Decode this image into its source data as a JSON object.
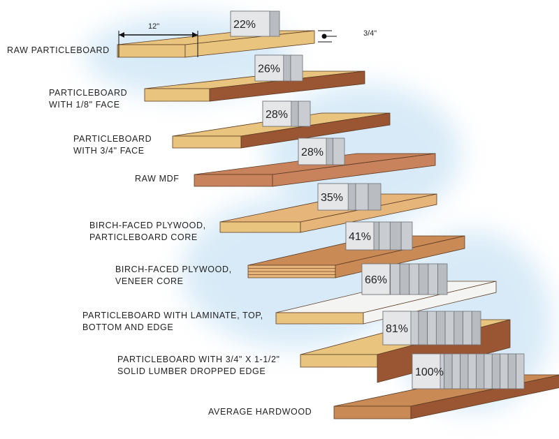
{
  "dimensions": {
    "width_label": "12\"",
    "thickness_label": "3/4\""
  },
  "shelves": [
    {
      "label_lines": [
        "Raw particleboard"
      ],
      "percent": "22%",
      "units": 3
    },
    {
      "label_lines": [
        "Particleboard",
        "with 1/8\" face"
      ],
      "percent": "26%",
      "units": 4
    },
    {
      "label_lines": [
        "Particleboard",
        "with 3/4\" face"
      ],
      "percent": "28%",
      "units": 4
    },
    {
      "label_lines": [
        "Raw MDF"
      ],
      "percent": "28%",
      "units": 4
    },
    {
      "label_lines": [
        "Birch-faced plywood,",
        "particleboard core"
      ],
      "percent": "35%",
      "units": 5
    },
    {
      "label_lines": [
        "Birch-faced plywood,",
        "veneer core"
      ],
      "percent": "41%",
      "units": 6
    },
    {
      "label_lines": [
        "Particleboard with laminate, top,",
        "bottom and edge"
      ],
      "percent": "66%",
      "units": 9
    },
    {
      "label_lines": [
        "Particleboard with 3/4\" x 1-1/2\"",
        "solid lumber dropped edge"
      ],
      "percent": "81%",
      "units": 11
    },
    {
      "label_lines": [
        "Average hardwood"
      ],
      "percent": "100%",
      "units": 14
    }
  ],
  "colors": {
    "particleboard": "#e9c47e",
    "wood_face": "#9a5532",
    "mdf": "#c8825c",
    "birch": "#e6b57a",
    "laminate": "#f4f4f2",
    "hardwood": "#c98a55",
    "box": "#c9ccd0",
    "sky": "#cfe6f6"
  }
}
